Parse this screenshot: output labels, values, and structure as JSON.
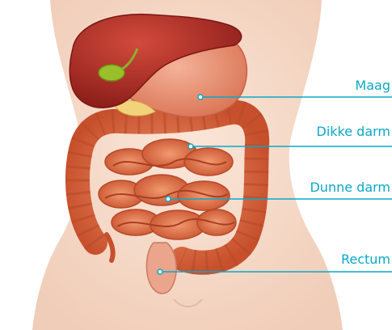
{
  "labels": {
    "maag": "Maag",
    "dikke_darm": "Dikke darm",
    "dunne_darm": "Dunne darm",
    "rectum": "Rectum"
  },
  "colors": {
    "skin": "#f7dccb",
    "liver": "#b32c25",
    "stomach": "#e8896b",
    "intestine": "#d9643e",
    "gallbladder": "#9bbf2a",
    "leader_line": "#0aa8c8"
  }
}
